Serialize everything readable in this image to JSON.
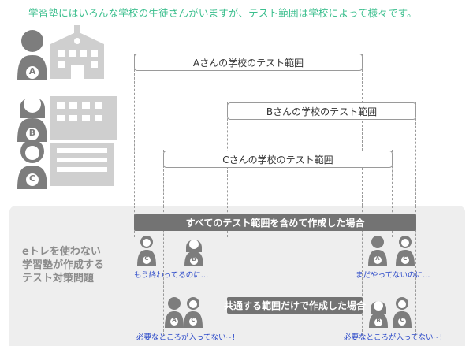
{
  "title": "学習塾にはいろんな学校の生徒さんがいますが、テスト範囲は学校によって様々です。",
  "students": [
    {
      "label": "A"
    },
    {
      "label": "B"
    },
    {
      "label": "C"
    }
  ],
  "ranges": {
    "a": "Aさんの学校のテスト範囲",
    "b": "Bさんの学校のテスト範囲",
    "c": "Cさんの学校のテスト範囲"
  },
  "panel": {
    "label_lines": [
      "eトレを使わない",
      "学習塾が作成する",
      "テスト対策問題"
    ]
  },
  "scenario_all": {
    "bar": "すべてのテスト範囲を含めて作成した場合",
    "left_figures": [
      "C",
      "B"
    ],
    "left_speech": "もう終わってるのに…",
    "right_figures": [
      "A",
      "C"
    ],
    "right_speech": "まだやってないのに…"
  },
  "scenario_common": {
    "bar": "共通する範囲だけで作成した場合",
    "left_figures": [
      "A",
      "C"
    ],
    "left_speech": "必要なところが入ってない~!",
    "right_figures": [
      "B",
      "C"
    ],
    "right_speech": "必要なところが入ってない~!"
  },
  "colors": {
    "accent": "#3cbf8e",
    "figure": "#7d7d7d",
    "bar": "#737373",
    "speech": "#2b49c9"
  }
}
